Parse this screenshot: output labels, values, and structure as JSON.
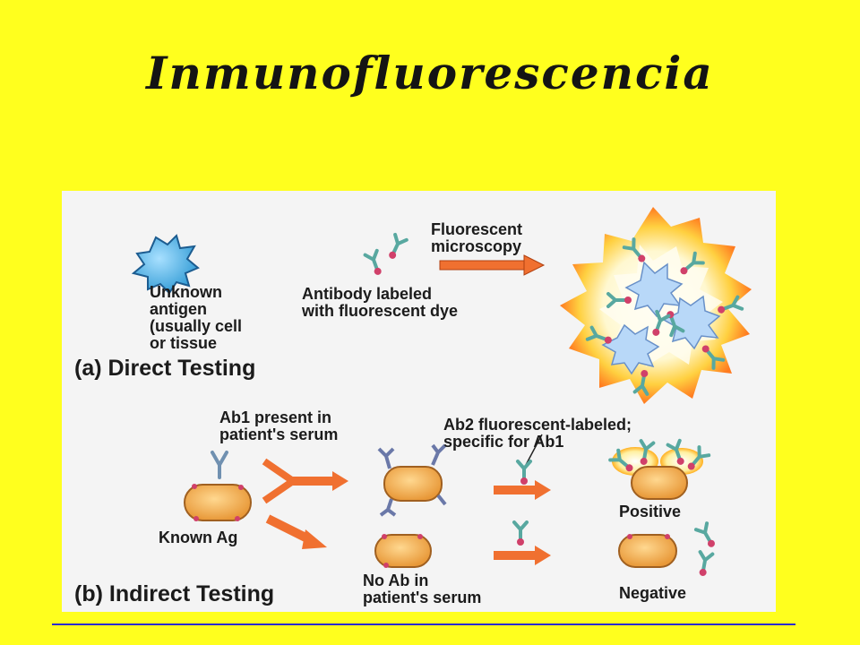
{
  "slide": {
    "title": "Inmunofluorescencia"
  },
  "diagram": {
    "direct": {
      "section_title": "(a) Direct Testing",
      "antigen_label": "Unknown\nantigen\n(usually cell\nor tissue",
      "antibody_label": "Antibody labeled\nwith fluorescent dye",
      "microscopy_label": "Fluorescent\nmicroscopy"
    },
    "indirect": {
      "section_title": "(b) Indirect Testing",
      "ab1_label": "Ab1 present in\npatient's serum",
      "ab2_label": "Ab2 fluorescent-labeled;\nspecific for Ab1",
      "known_ag_label": "Known Ag",
      "positive_label": "Positive",
      "no_ab_label": "No Ab in\npatient's serum",
      "negative_label": "Negative"
    },
    "colors": {
      "antigen": "#3aa0d8",
      "cell": "#f0b050",
      "arrow": "#f07030",
      "antibody": "#58a8a0",
      "fluor_tag": "#d0406a",
      "glow": "#ffd040"
    }
  }
}
